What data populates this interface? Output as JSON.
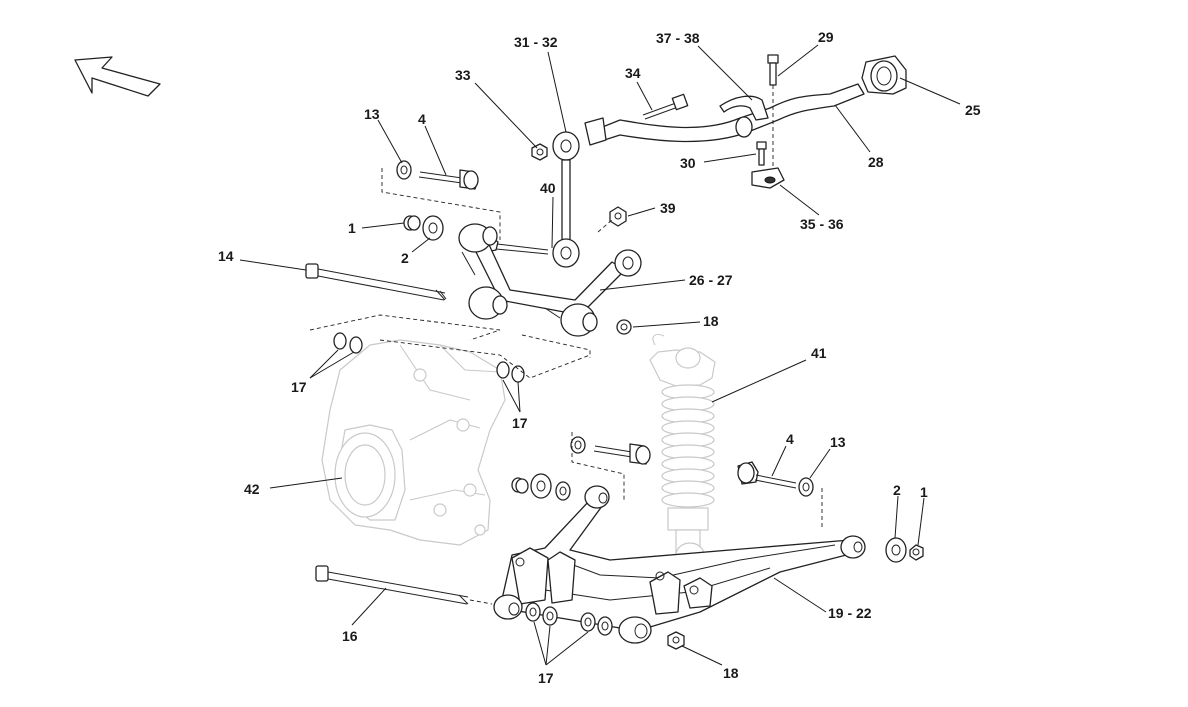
{
  "callouts": {
    "c13a": "13",
    "c4a": "4",
    "c33": "33",
    "c31_32": "31 - 32",
    "c34": "34",
    "c37_38": "37 - 38",
    "c29": "29",
    "c25": "25",
    "c28": "28",
    "c30": "30",
    "c35_36": "35 - 36",
    "c40": "40",
    "c39": "39",
    "c1a": "1",
    "c2a": "2",
    "c14": "14",
    "c26_27": "26 - 27",
    "c18a": "18",
    "c17a": "17",
    "c17b": "17",
    "c41": "41",
    "c4b": "4",
    "c13b": "13",
    "c42": "42",
    "c2b": "2",
    "c1b": "1",
    "c19_22": "19 - 22",
    "c16": "16",
    "c18b": "18",
    "c17c": "17"
  },
  "icons": {
    "direction_arrow": "direction-arrow-icon"
  }
}
